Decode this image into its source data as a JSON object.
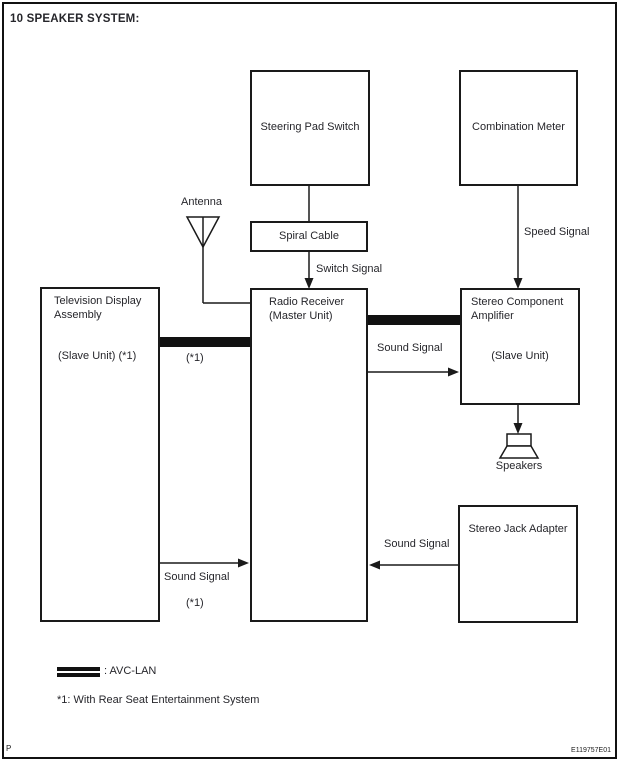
{
  "page": {
    "title": "10 SPEAKER SYSTEM:",
    "footer_left": "P",
    "footer_right": "E119757E01"
  },
  "boxes": {
    "steering": {
      "label": "Steering Pad Switch"
    },
    "meter": {
      "label": "Combination Meter"
    },
    "spiral": {
      "label": "Spiral Cable"
    },
    "tv": {
      "title": "Television Display\nAssembly",
      "subtitle": "(Slave Unit) (*1)"
    },
    "radio": {
      "title": "Radio Receiver\n(Master Unit)"
    },
    "amp": {
      "title": "Stereo Component\nAmplifier",
      "subtitle": "(Slave Unit)"
    },
    "jack": {
      "label": "Stereo Jack Adapter"
    }
  },
  "labels": {
    "antenna": "Antenna",
    "switch_signal": "Switch Signal",
    "speed_signal": "Speed Signal",
    "sound_signal_to_amp": "Sound Signal",
    "avclan_note": "(*1)",
    "sound_signal_from_tv": "Sound Signal",
    "sound_note": "(*1)",
    "sound_signal_from_jack": "Sound Signal",
    "speakers": "Speakers"
  },
  "legend": {
    "avclan": ": AVC-LAN",
    "footnote": "*1: With Rear Seat Entertainment System"
  },
  "colors": {
    "line": "#1a1a1a",
    "background": "#ffffff"
  }
}
